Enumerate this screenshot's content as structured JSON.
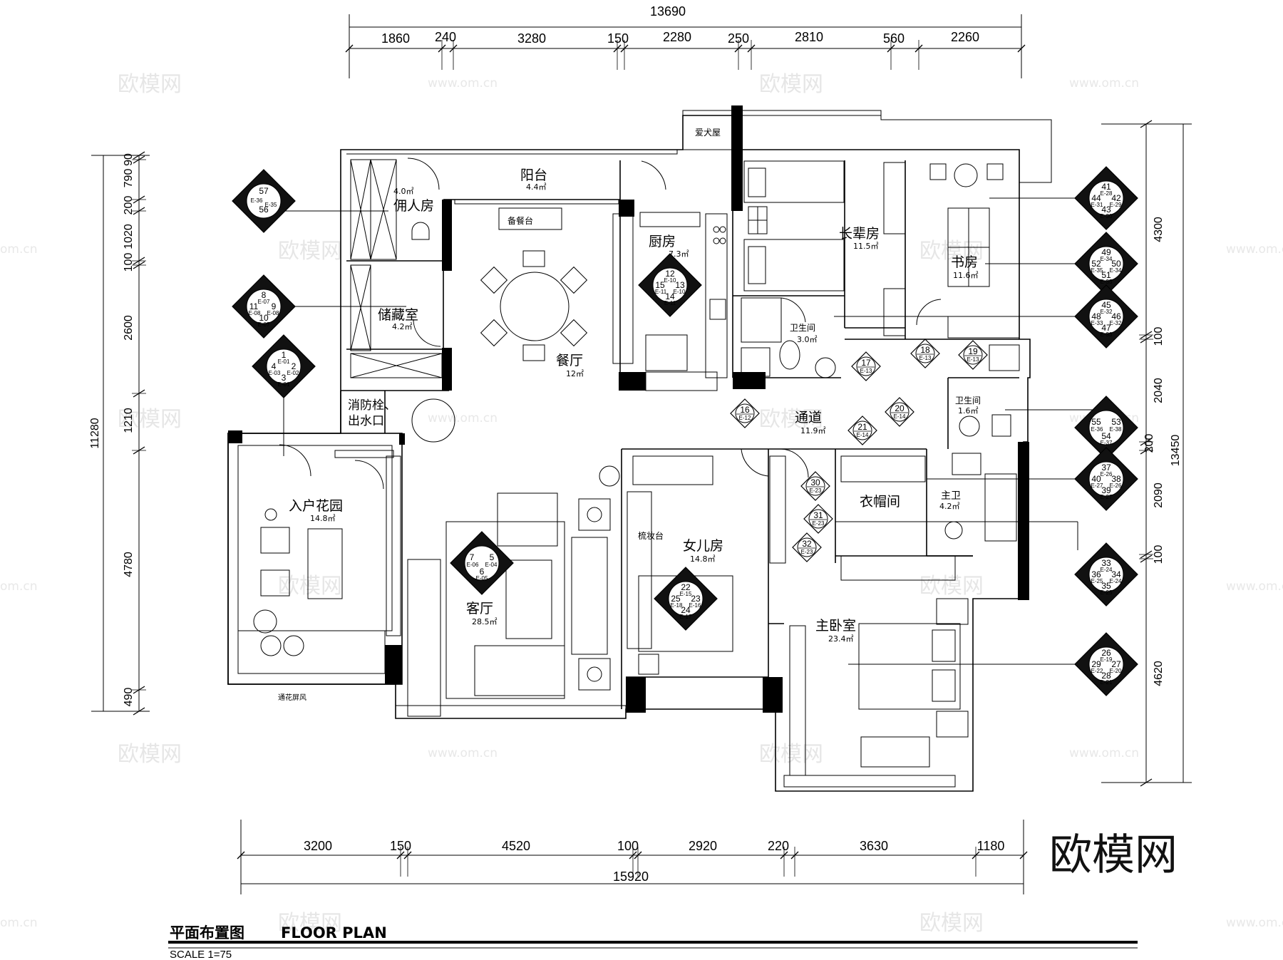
{
  "dims_top": {
    "total": "13690",
    "segments": [
      "1860",
      "240",
      "3280",
      "150",
      "2280",
      "250",
      "2810",
      "560",
      "2260"
    ]
  },
  "dims_bottom": {
    "total": "15920",
    "segments": [
      "3200",
      "150",
      "4520",
      "100",
      "2920",
      "220",
      "3630",
      "1180"
    ]
  },
  "dims_left": {
    "total": "11280",
    "segments": [
      "90",
      "790",
      "200",
      "1020",
      "100",
      "2600",
      "1210",
      "4780",
      "490"
    ]
  },
  "dims_right": {
    "total": "13450",
    "segments": [
      "4300",
      "100",
      "2040",
      "200",
      "2090",
      "100",
      "4620"
    ]
  },
  "rooms": {
    "dog_house": "爱犬屋",
    "balcony": "阳台",
    "balcony_area": "4.4㎡",
    "maid_room": "佣人房",
    "maid_area": "4.0㎡",
    "storage": "储藏室",
    "storage_area": "4.2㎡",
    "dining_counter": "备餐台",
    "kitchen": "厨房",
    "kitchen_area": "7.3㎡",
    "dining": "餐厅",
    "dining_area": "12㎡",
    "elder_room": "长辈房",
    "elder_area": "11.5㎡",
    "study": "书房",
    "study_area": "11.6㎡",
    "bath1": "卫生间",
    "bath1_area": "3.0㎡",
    "bath2": "卫生间",
    "bath2_area": "1.6㎡",
    "hydrant_1": "消防栓、",
    "hydrant_2": "出水口",
    "corridor": "通道",
    "corridor_area": "11.9㎡",
    "entry_garden": "入户花园",
    "entry_garden_area": "14.8㎡",
    "living": "客厅",
    "living_area": "28.5㎡",
    "vanity": "梳妆台",
    "daughter_room": "女儿房",
    "daughter_area": "14.8㎡",
    "closet": "衣帽间",
    "master_bath": "主卫",
    "master_bath_area": "4.2㎡",
    "master_bed": "主卧室",
    "master_bed_area": "23.4㎡",
    "vent_screen": "通花屏风"
  },
  "tags": [
    {
      "n": [
        "57",
        "56"
      ],
      "c": [
        "E-36",
        "E-35"
      ]
    },
    {
      "n": [
        "8",
        "11",
        "9",
        "10"
      ],
      "c": [
        "E-07",
        "E-08",
        "E-08",
        "E-07"
      ]
    },
    {
      "n": [
        "1",
        "4",
        "2",
        "3"
      ],
      "c": [
        "E-01",
        "E-03",
        "E-02",
        "E-01"
      ]
    },
    {
      "n": [
        "12",
        "15",
        "13",
        "14"
      ],
      "c": [
        "E-10",
        "E-11",
        "E-10",
        "E-11"
      ]
    },
    {
      "n": [
        "7",
        "5",
        "6"
      ],
      "c": [
        "E-06",
        "E-04",
        "E-05"
      ]
    },
    {
      "n": [
        "22",
        "25",
        "23",
        "24"
      ],
      "c": [
        "E-15",
        "E-18",
        "E-16",
        "E-17"
      ]
    },
    {
      "n": [
        "41",
        "44",
        "42",
        "43"
      ],
      "c": [
        "E-28",
        "E-31",
        "E-29",
        "E-30"
      ]
    },
    {
      "n": [
        "49",
        "52",
        "50",
        "51"
      ],
      "c": [
        "E-34",
        "E-35",
        "E-34",
        "E-35"
      ]
    },
    {
      "n": [
        "45",
        "48",
        "46",
        "47"
      ],
      "c": [
        "E-32",
        "E-33",
        "E-32",
        "E-33"
      ]
    },
    {
      "n": [
        "55",
        "53",
        "54"
      ],
      "c": [
        "E-36",
        "E-38",
        "E-37"
      ]
    },
    {
      "n": [
        "37",
        "40",
        "38",
        "39"
      ],
      "c": [
        "E-26",
        "E-27",
        "E-26",
        "E-27"
      ]
    },
    {
      "n": [
        "33",
        "36",
        "34",
        "35"
      ],
      "c": [
        "E-24",
        "E-25",
        "E-24",
        "E-25"
      ]
    },
    {
      "n": [
        "26",
        "29",
        "27",
        "28"
      ],
      "c": [
        "E-19",
        "E-22",
        "E-20",
        "E-21"
      ]
    },
    {
      "n": [
        "17"
      ],
      "c": [
        "E-13"
      ]
    },
    {
      "n": [
        "18"
      ],
      "c": [
        "E-13"
      ]
    },
    {
      "n": [
        "19"
      ],
      "c": [
        "E-13"
      ]
    },
    {
      "n": [
        "16"
      ],
      "c": [
        "E-12"
      ]
    },
    {
      "n": [
        "20"
      ],
      "c": [
        "E-14"
      ]
    },
    {
      "n": [
        "21"
      ],
      "c": [
        "E-14"
      ]
    },
    {
      "n": [
        "30"
      ],
      "c": [
        "E-23"
      ]
    },
    {
      "n": [
        "31"
      ],
      "c": [
        "E-23"
      ]
    },
    {
      "n": [
        "32"
      ],
      "c": [
        "E-23"
      ]
    }
  ],
  "title_block": {
    "title_cn": "平面布置图",
    "title_en": "FLOOR PLAN",
    "scale": "SCALE  1=75"
  },
  "watermark": {
    "brand": "欧模网",
    "url": "www.om.cn",
    "url_partial": "om.cn"
  }
}
